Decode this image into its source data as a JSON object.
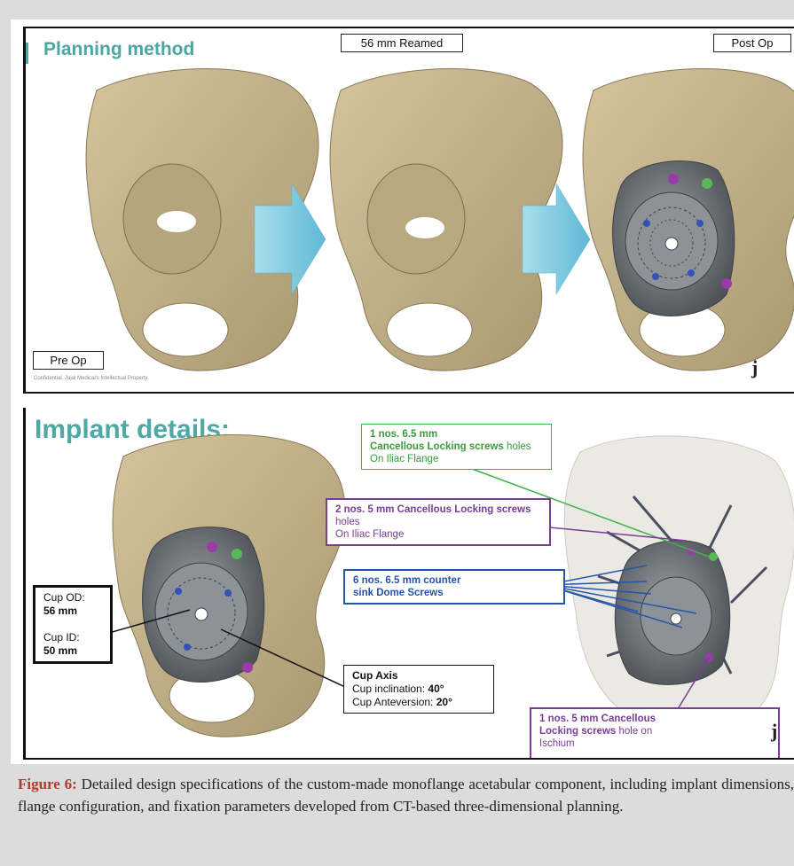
{
  "top_panel": {
    "title": "Planning method",
    "reamed_label": "56 mm Reamed",
    "postop_label": "Post Op",
    "preop_label": "Pre Op",
    "confidential_note": "Confidential. Jajal Medical's Intellectual Property.",
    "logo": "j"
  },
  "bottom_panel": {
    "title": "Implant details:",
    "green_note": {
      "count": "1 nos.  6.5 mm",
      "bold": "Cancellous Locking screws",
      "rest": "holes",
      "location": "On Iliac Flange"
    },
    "purple_note": {
      "count_bold": "2 nos. 5 mm Cancellous Locking screws",
      "rest": "holes",
      "location": "On Iliac Flange"
    },
    "blue_note": {
      "line1": "6 nos. 6.5 mm counter",
      "line2": "sink Dome Screws"
    },
    "cup_od_label": "Cup OD:",
    "cup_od_value": "56 mm",
    "cup_id_label": "Cup ID:",
    "cup_id_value": "50 mm",
    "cup_axis_title": "Cup Axis",
    "cup_inclination_label": "Cup inclination:",
    "cup_inclination_value": "40°",
    "cup_anteversion_label": "Cup Anteversion:",
    "cup_anteversion_value": "20°",
    "ischium_note": {
      "line1": "1 nos. 5 mm Cancellous",
      "bold2": "Locking screws",
      "rest2": "hole on",
      "line3": "Ischium"
    },
    "logo": "j"
  },
  "caption": {
    "label": "Figure 6:",
    "text": "Detailed design specifications of the custom-made monoflange acetabular component, including implant dimensions, flange configuration, and fixation parameters developed from CT-based three-dimensional planning."
  },
  "colors": {
    "bone": "#c2b18b",
    "implant": "#6e7278",
    "arrow": "#74c6df",
    "teal": "#4aa7a3",
    "green": "#3fb24a",
    "purple": "#7a3d96",
    "blue": "#2555a6"
  }
}
